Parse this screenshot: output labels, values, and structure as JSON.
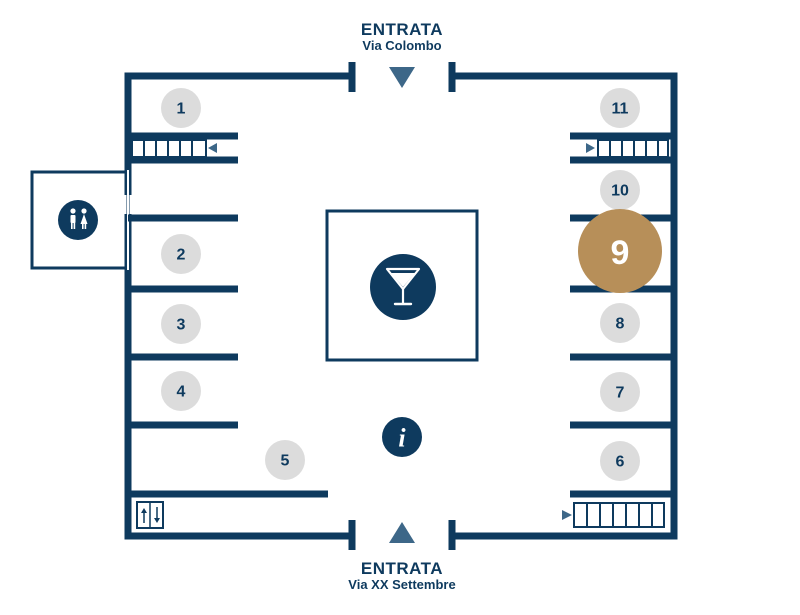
{
  "entrances": {
    "top": {
      "title": "ENTRATA",
      "street": "Via Colombo"
    },
    "bottom": {
      "title": "ENTRATA",
      "street": "Via XX Settembre"
    }
  },
  "stalls": [
    "1",
    "2",
    "3",
    "4",
    "5",
    "6",
    "7",
    "8",
    "9",
    "10",
    "11"
  ],
  "highlighted_stall": "9",
  "icons": {
    "restroom": "restroom-icon",
    "bar": "cocktail-glass-icon",
    "info": "info-icon",
    "elevator": "elevator-icon",
    "escalators": "escalator-icon"
  },
  "colors": {
    "navy": "#0e3a5e",
    "arrow": "#3d6788",
    "stall": "#dcdcdc",
    "highlight": "#b78f59"
  }
}
